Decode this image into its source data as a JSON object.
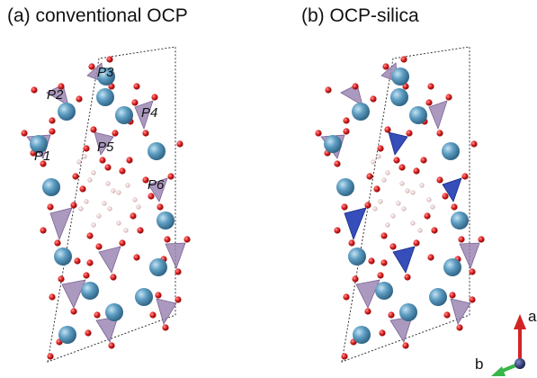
{
  "panels": {
    "a": {
      "title": "(a) conventional OCP"
    },
    "b": {
      "title": "(b) OCP-silica"
    }
  },
  "site_labels": [
    "P1",
    "P2",
    "P3",
    "P4",
    "P5",
    "P6"
  ],
  "axes": {
    "a_label": "a",
    "b_label": "b"
  },
  "colors": {
    "calcium": "#4f8fb4",
    "oxygen": "#d01c1c",
    "hydrogen": "#f3d6d6",
    "phosphate": "#9a82b1",
    "silicate": "#2b45b6",
    "axis_a": "#d22424",
    "axis_b": "#3ab54a",
    "axis_c": "#1a2356"
  }
}
